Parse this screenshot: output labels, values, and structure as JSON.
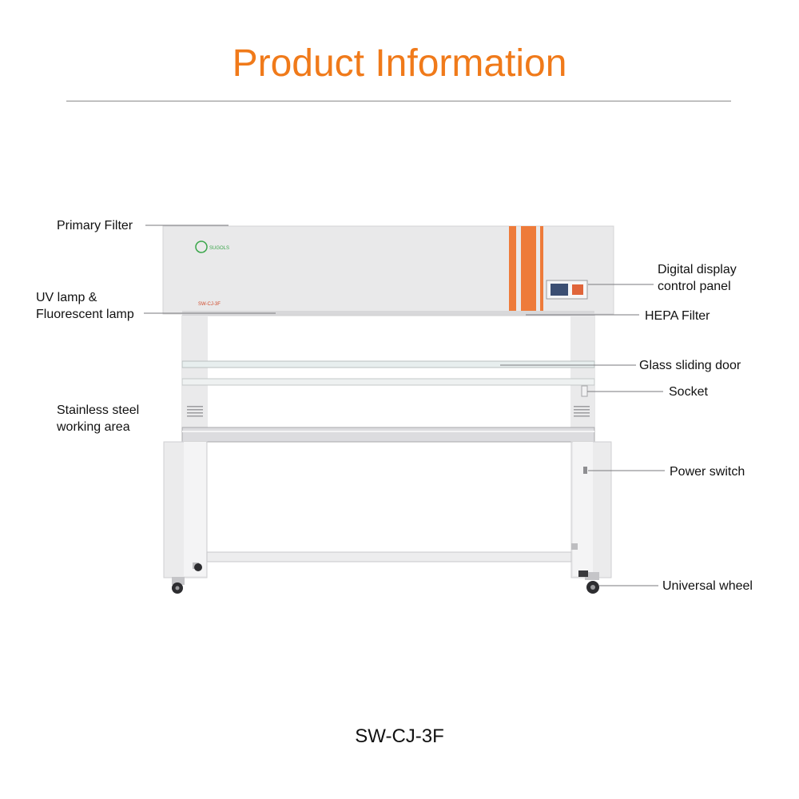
{
  "page": {
    "title": "Product Information",
    "model": "SW-CJ-3F"
  },
  "product": {
    "brand_mark": "SUGOLS",
    "front_label": "SW-CJ-3F"
  },
  "callouts": {
    "primary_filter": "Primary Filter",
    "uv_lamp": "UV lamp &\nFluorescent lamp",
    "stainless_area": "Stainless steel\nworking area",
    "digital_panel": "Digital display\ncontrol panel",
    "hepa_filter": "HEPA Filter",
    "glass_door": "Glass sliding door",
    "socket": "Socket",
    "power_switch": "Power switch",
    "universal_wheel": "Universal wheel"
  },
  "colors": {
    "title": "#f07a1a",
    "stripe": "#ee7b3a",
    "cabinet": "#e9e9ea",
    "rule": "#8a8a8a"
  }
}
